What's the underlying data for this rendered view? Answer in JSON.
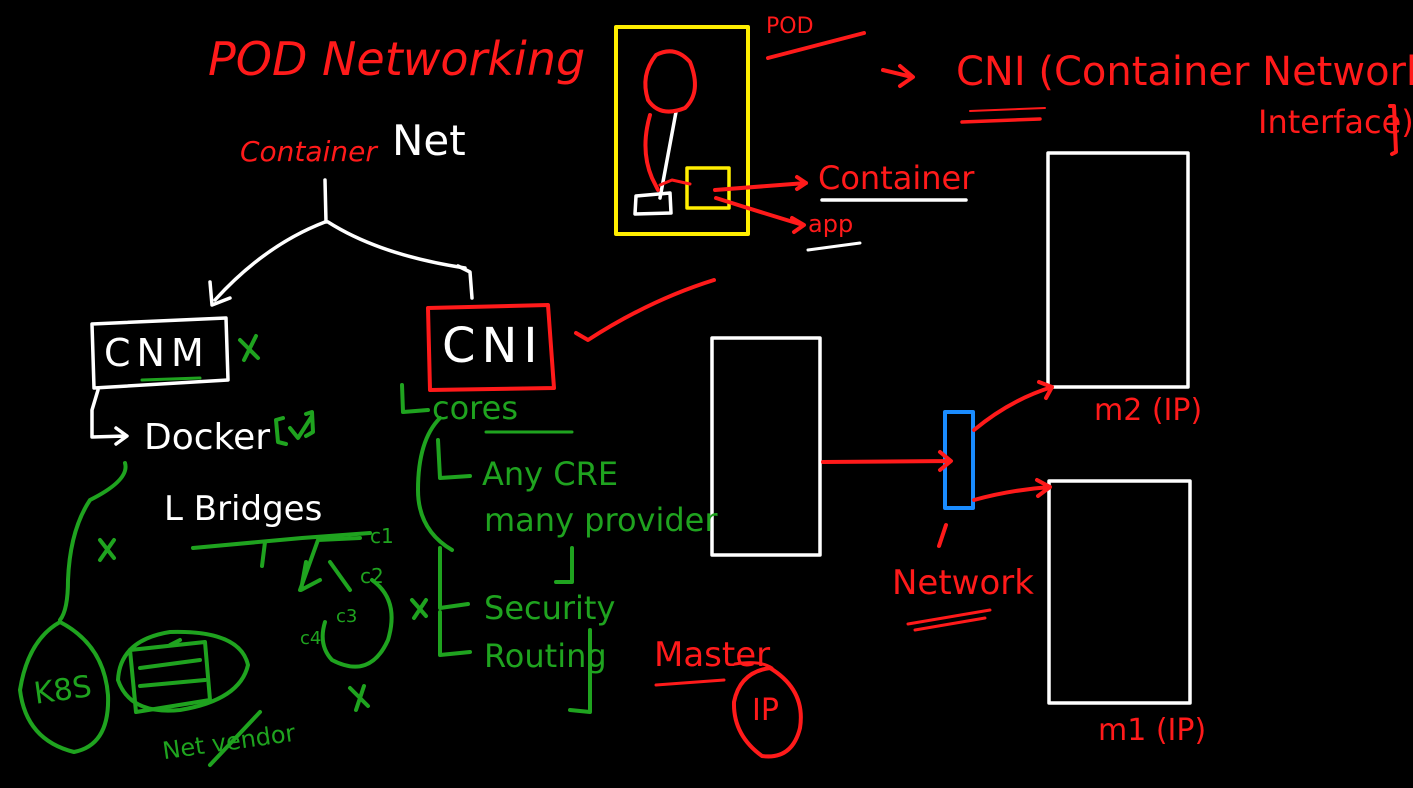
{
  "labels": {
    "title": "POD Networking",
    "container_net_prefix": "Container",
    "container_net_suffix": "Net",
    "cnm": "CNM",
    "cni_box": "CNI",
    "docker": "Docker",
    "bridges": "L Bridges",
    "cores": "cores",
    "any_cre": "Any CRE",
    "many_provider": "many provider",
    "security": "Security",
    "routing": "Routing",
    "k8s": "K8S",
    "net_vendor": "Net vendor",
    "pod": "POD",
    "container": "Container",
    "app": "app",
    "cni_header": "CNI (Container Network",
    "interface": "Interface)",
    "master": "Master",
    "ip_circle": "IP",
    "network": "Network",
    "m2": "m2 (IP)",
    "m1": "m1 (IP)",
    "c1": "c1",
    "c2": "c2",
    "c3": "c3",
    "c4": "c4"
  },
  "colors": {
    "background": "#000000",
    "red": "#ff1a1a",
    "white": "#ffffff",
    "green": "#1fa31f",
    "yellow": "#ffee00",
    "blue": "#1a8cff"
  }
}
